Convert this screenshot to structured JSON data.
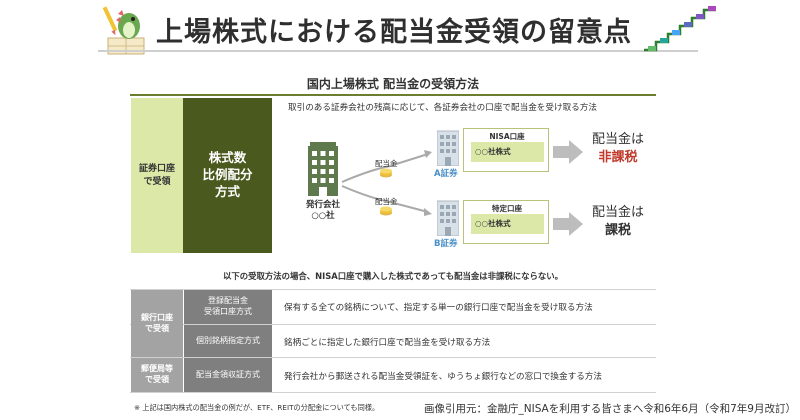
{
  "header": {
    "title": "上場株式における配当金受領の留意点"
  },
  "section1": {
    "title": "国内上場株式 配当金の受領方法",
    "left_label": "証券口座\nで受領",
    "main_label": "株式数\n比例配分\n方式",
    "description": "取引のある証券会社の残高に応じて、各証券会社の口座で配当金を受け取る方法",
    "issuer": "発行会社\n○○社",
    "coin_label_top": "配当金",
    "coin_label_bottom": "配当金",
    "bank_a": "A証券",
    "bank_b": "B証券",
    "account_nisa": {
      "title": "NISA口座",
      "holding": "○○社株式"
    },
    "account_tokutei": {
      "title": "特定口座",
      "holding": "○○社株式"
    },
    "result_top": {
      "line1": "配当金は",
      "line2": "非課税"
    },
    "result_bottom": {
      "line1": "配当金は",
      "line2": "課税"
    }
  },
  "section2": {
    "warning": "以下の受取方法の場合、NISA口座で購入した株式であっても配当金は非課税にならない。",
    "categories": [
      {
        "label": "銀行口座\nで受領"
      },
      {
        "label": "郵便局等\nで受領"
      }
    ],
    "methods": [
      {
        "name": "登録配当金\n受領口座方式",
        "description": "保有する全ての銘柄について、指定する単一の銀行口座で配当金を受け取る方法"
      },
      {
        "name": "個別銘柄指定方式",
        "description": "銘柄ごとに指定した銀行口座で配当金を受け取る方法"
      },
      {
        "name": "配当金領収証方式",
        "description": "発行会社から郵送される配当金受領証を、ゆうちょ銀行などの窓口で換金する方法"
      }
    ]
  },
  "footnote": "※ 上記は国内株式の配当金の例だが、ETF、REITの分配金についても同様。",
  "credit": "画像引用元：金融庁_NISAを利用する皆さまへ令和6年6月（令和7年9月改訂）",
  "colors": {
    "dark_olive": "#4a5a1e",
    "light_green": "#dbe8a8",
    "red_emphasis": "#c0392b",
    "bank_blue": "#4a8fc6",
    "gray_category": "#a3a3a3",
    "gray_method": "#7f7f7f"
  },
  "icons": [
    "mascot-dinosaur-icon",
    "stairs-icon",
    "building-icon",
    "coin-icon",
    "arrow-icon"
  ]
}
